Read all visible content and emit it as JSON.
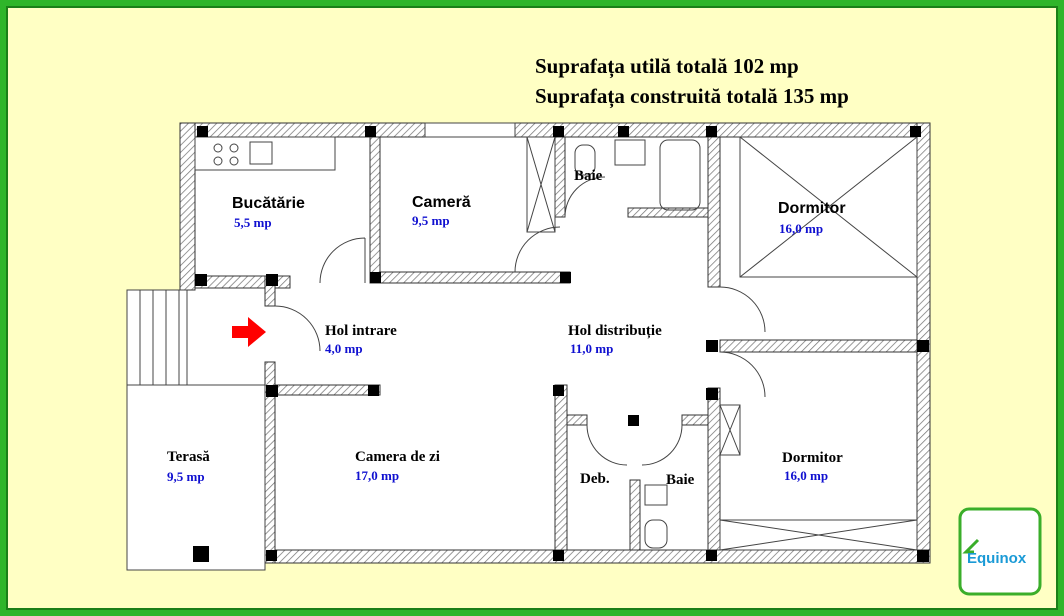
{
  "header": {
    "line1": "Suprafața utilă totală 102 mp",
    "line2": "Suprafața construită totală 135 mp"
  },
  "rooms": [
    {
      "name": "Bucătărie",
      "area": "5,5 mp"
    },
    {
      "name": "Cameră",
      "area": "9,5 mp"
    },
    {
      "name": "Baie",
      "area": ""
    },
    {
      "name": "Dormitor",
      "area": "16,0 mp"
    },
    {
      "name": "Hol intrare",
      "area": "4,0 mp"
    },
    {
      "name": "Hol distribuție",
      "area": "11,0 mp"
    },
    {
      "name": "Terasă",
      "area": "9,5 mp"
    },
    {
      "name": "Camera de zi",
      "area": "17,0 mp"
    },
    {
      "name": "Deb.",
      "area": ""
    },
    {
      "name": "Baie",
      "area": ""
    },
    {
      "name": "Dormitor",
      "area": "16,0 mp"
    }
  ],
  "logo": {
    "text": "Equinox"
  },
  "colors": {
    "border": "#2fb52a",
    "background": "#ffffc4",
    "area_text": "#1010d0",
    "arrow": "#ff0000"
  }
}
